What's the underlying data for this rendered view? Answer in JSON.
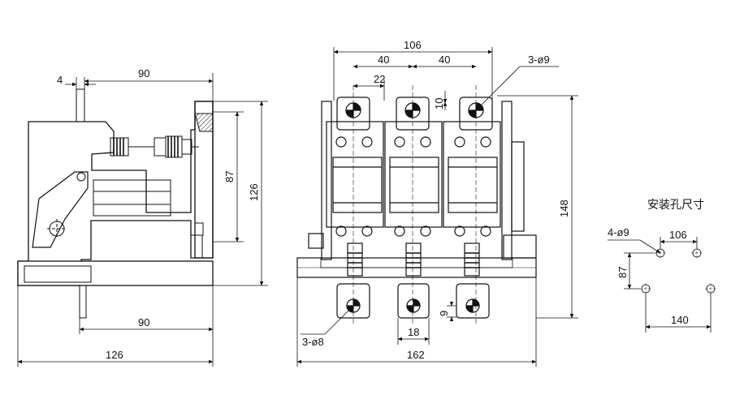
{
  "side_view": {
    "dim_top_offset": "4",
    "dim_top_width": "90",
    "dim_height_inner": "87",
    "dim_height_outer": "126",
    "dim_bottom_width": "90",
    "dim_total_width": "126"
  },
  "front_view": {
    "dim_total_top": "106",
    "dim_pitch_left": "40",
    "dim_pitch_right": "40",
    "dim_terminal_offset": "22",
    "dim_terminal_height": "10",
    "note_top_holes": "3-ø9",
    "dim_height": "148",
    "note_bottom_holes": "3-ø8",
    "dim_bottom_terminal_height": "9",
    "dim_terminal_width": "18",
    "dim_total_width": "162"
  },
  "mounting": {
    "title": "安装孔尺寸",
    "note_holes": "4-ø9",
    "dim_top_spacing": "106",
    "dim_vertical": "87",
    "dim_bottom_spacing": "140"
  }
}
